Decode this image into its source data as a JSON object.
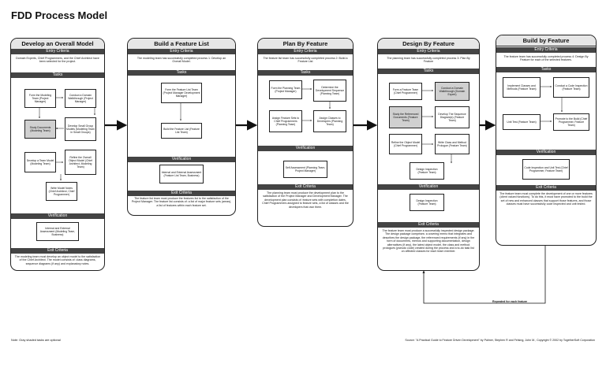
{
  "title": "FDD Process Model",
  "footer": {
    "note": "Note: Gray shaded tasks are optional",
    "source": "Source: \"A Practical Guide to Feature Driven Development\" by Palmer, Stephen R and Felsing, John M., Copyright © 2002 by TogetherSoft Corporation"
  },
  "repeat_label": "Repeated for each feature",
  "columns": [
    {
      "title": "Develop an Overall Model",
      "entry_head": "Entry Criteria",
      "entry_text": "Domain Experts, Chief Programmers, and the Chief Architect have been selected for the project.",
      "tasks_head": "Tasks",
      "tasks": [
        "Form the Modeling Team (Project Manager)",
        "Conduct a Domain Walkthrough (Project Manager)",
        "Study Documents (Modeling Team)",
        "Develop Small Group Models (Modeling Team in Small Groups)",
        "Develop a Team Model (Modeling Team)",
        "Refine the Overall Object Model (Chief Architect, Modeling Team)",
        "Write Model Notes (Chief Architect, Chief Programmer)"
      ],
      "verif_head": "Verification",
      "verif_text": "Internal and External Assessment (Modeling Team, Business)",
      "exit_head": "Exit Criteria",
      "exit_text": "The modeling team must develop an object model to the satisfaction of the Chief Architect. The model consists of: class diagrams, sequence diagrams (if any) and explanatory notes."
    },
    {
      "title": "Build a Feature List",
      "entry_head": "Entry Criteria",
      "entry_text": "The modeling team has successfully completed process 1: Develop an Overall Model.",
      "tasks_head": "Tasks",
      "tasks": [
        "Form the Feature List Team (Project Manager Development Manager)",
        "Build the Feature List (Feature List Team)"
      ],
      "verif_head": "Verification",
      "verif_text": "Internal and External Assessment (Feature List Team, Business)",
      "exit_head": "Exit Criteria",
      "exit_text": "The feature list team must produce the features list to the satisfaction of the Project Manager. The feature list consists of: a list of major feature sets (areas), a list of features within each feature set."
    },
    {
      "title": "Plan By Feature",
      "entry_head": "Entry Criteria",
      "entry_text": "The feature list team has successfully completed process 2: Build a Feature List",
      "tasks_head": "Tasks",
      "tasks": [
        "Form the Planning Team (Project Manager)",
        "Determine the Development Sequence (Planning Team)",
        "Assign Feature Sets to Chief Programmers (Planning Team)",
        "Assign Classes to Developers (Planning Team)"
      ],
      "verif_head": "Verification",
      "verif_text": "Self Assessment (Planning Team, Project Manager)",
      "exit_head": "Exit Criteria",
      "exit_text": "The planning team must produce the development plan to the satisfaction of the Project Manager and Development Manager. The development plan consists of: feature sets with completion dates, Chief Programmers assigned to feature sets, a list of classes and the developers that own them."
    },
    {
      "title": "Design By Feature",
      "entry_head": "Entry Criteria",
      "entry_text": "The planning team has successfully completed process 3: Plan By Feature",
      "tasks_head": "Tasks",
      "tasks": [
        "Form a Feature Team (Chief Programmer)",
        "Conduct a Domain Walkthrough (Domain Expert)",
        "Study the Referenced Documents (Feature Team)",
        "Develop The Sequence Diagram(s) (Feature Team)",
        "Refine the Object Model (Chief Programmer)",
        "Write Class and Method Prologue (Feature Team)",
        "Design Inspection (Feature Team)"
      ],
      "verif_head": "Verification",
      "verif_text": "Design Inspection (Feature Team)",
      "exit_head": "Exit Criteria",
      "exit_text": "The feature team must produce a successfully inspected design package. The design package comprises: a covering memo that integrates and describes the design package, the referenced requirements (if any) in the form of documents, memos and supporting documentation, design alternatives (if any), the latest object model, the class and method prologues (pseudo code) created during the process and a to-do task list on affected classes for each team member."
    },
    {
      "title": "Build by Feature",
      "entry_head": "Entry Criteria",
      "entry_text": "The feature team has successfully completed process 4: Design By Feature for each of the selected features.",
      "tasks_head": "Tasks",
      "tasks": [
        "Implement Classes and Methods (Feature Team)",
        "Conduct a Code Inspection (Feature Team)",
        "Unit Test (Feature Team)",
        "Promote to the Build (Chief Programmer, Feature Team)"
      ],
      "verif_head": "Verification",
      "verif_text": "Code Inspection and Unit Test (Chief Programmer, Feature Team)",
      "exit_head": "Exit Criteria",
      "exit_text": "The feature team must complete the development of one or more features (client valued functions). To do this, it must have promoted to the build the set of new and enhanced classes that support those features, and those classes must have successfully code inspected and unit tested."
    }
  ]
}
